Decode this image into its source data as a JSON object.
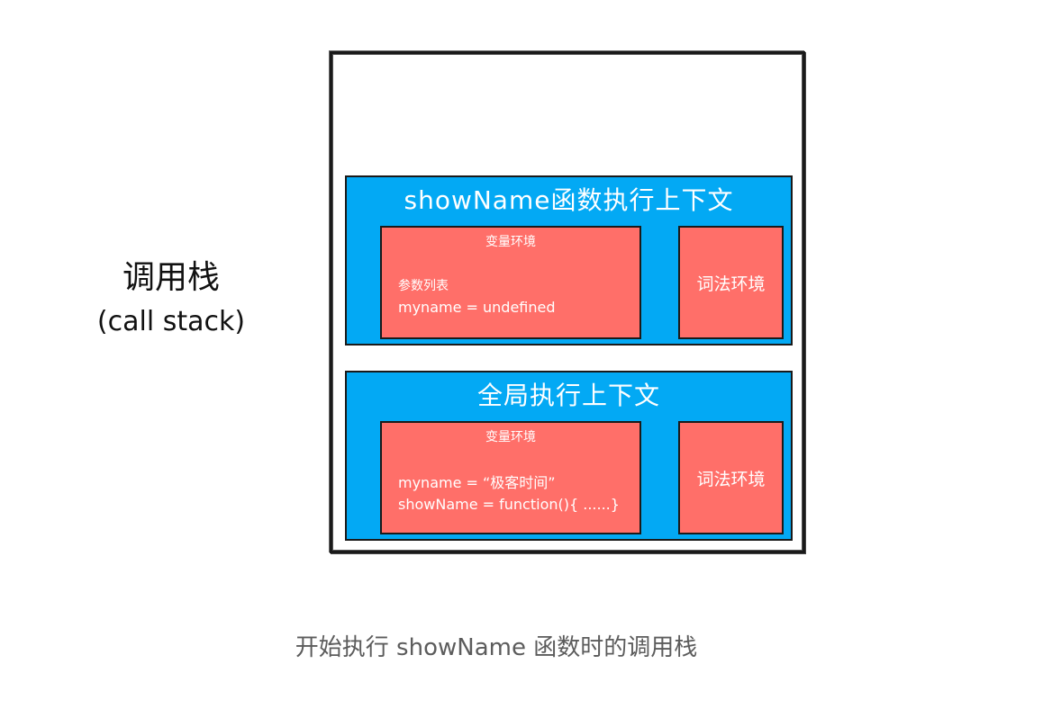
{
  "side_label": {
    "zh": "调用栈",
    "en": "(call stack)"
  },
  "function_context": {
    "title": "showName函数执行上下文",
    "variable_env": {
      "title": "变量环境",
      "lines": [
        "参数列表",
        "myname = undefined"
      ]
    },
    "lexical_env": {
      "title": "词法环境"
    }
  },
  "global_context": {
    "title": "全局执行上下文",
    "variable_env": {
      "title": "变量环境",
      "lines": [
        "myname = “极客时间”",
        "showName = function(){ ......}"
      ]
    },
    "lexical_env": {
      "title": "词法环境"
    }
  },
  "caption": "开始执行 showName 函数时的调用栈",
  "colors": {
    "context_blue": "#03a9f4",
    "env_red": "#ff6f69",
    "caption_gray": "#5c5c5c"
  }
}
